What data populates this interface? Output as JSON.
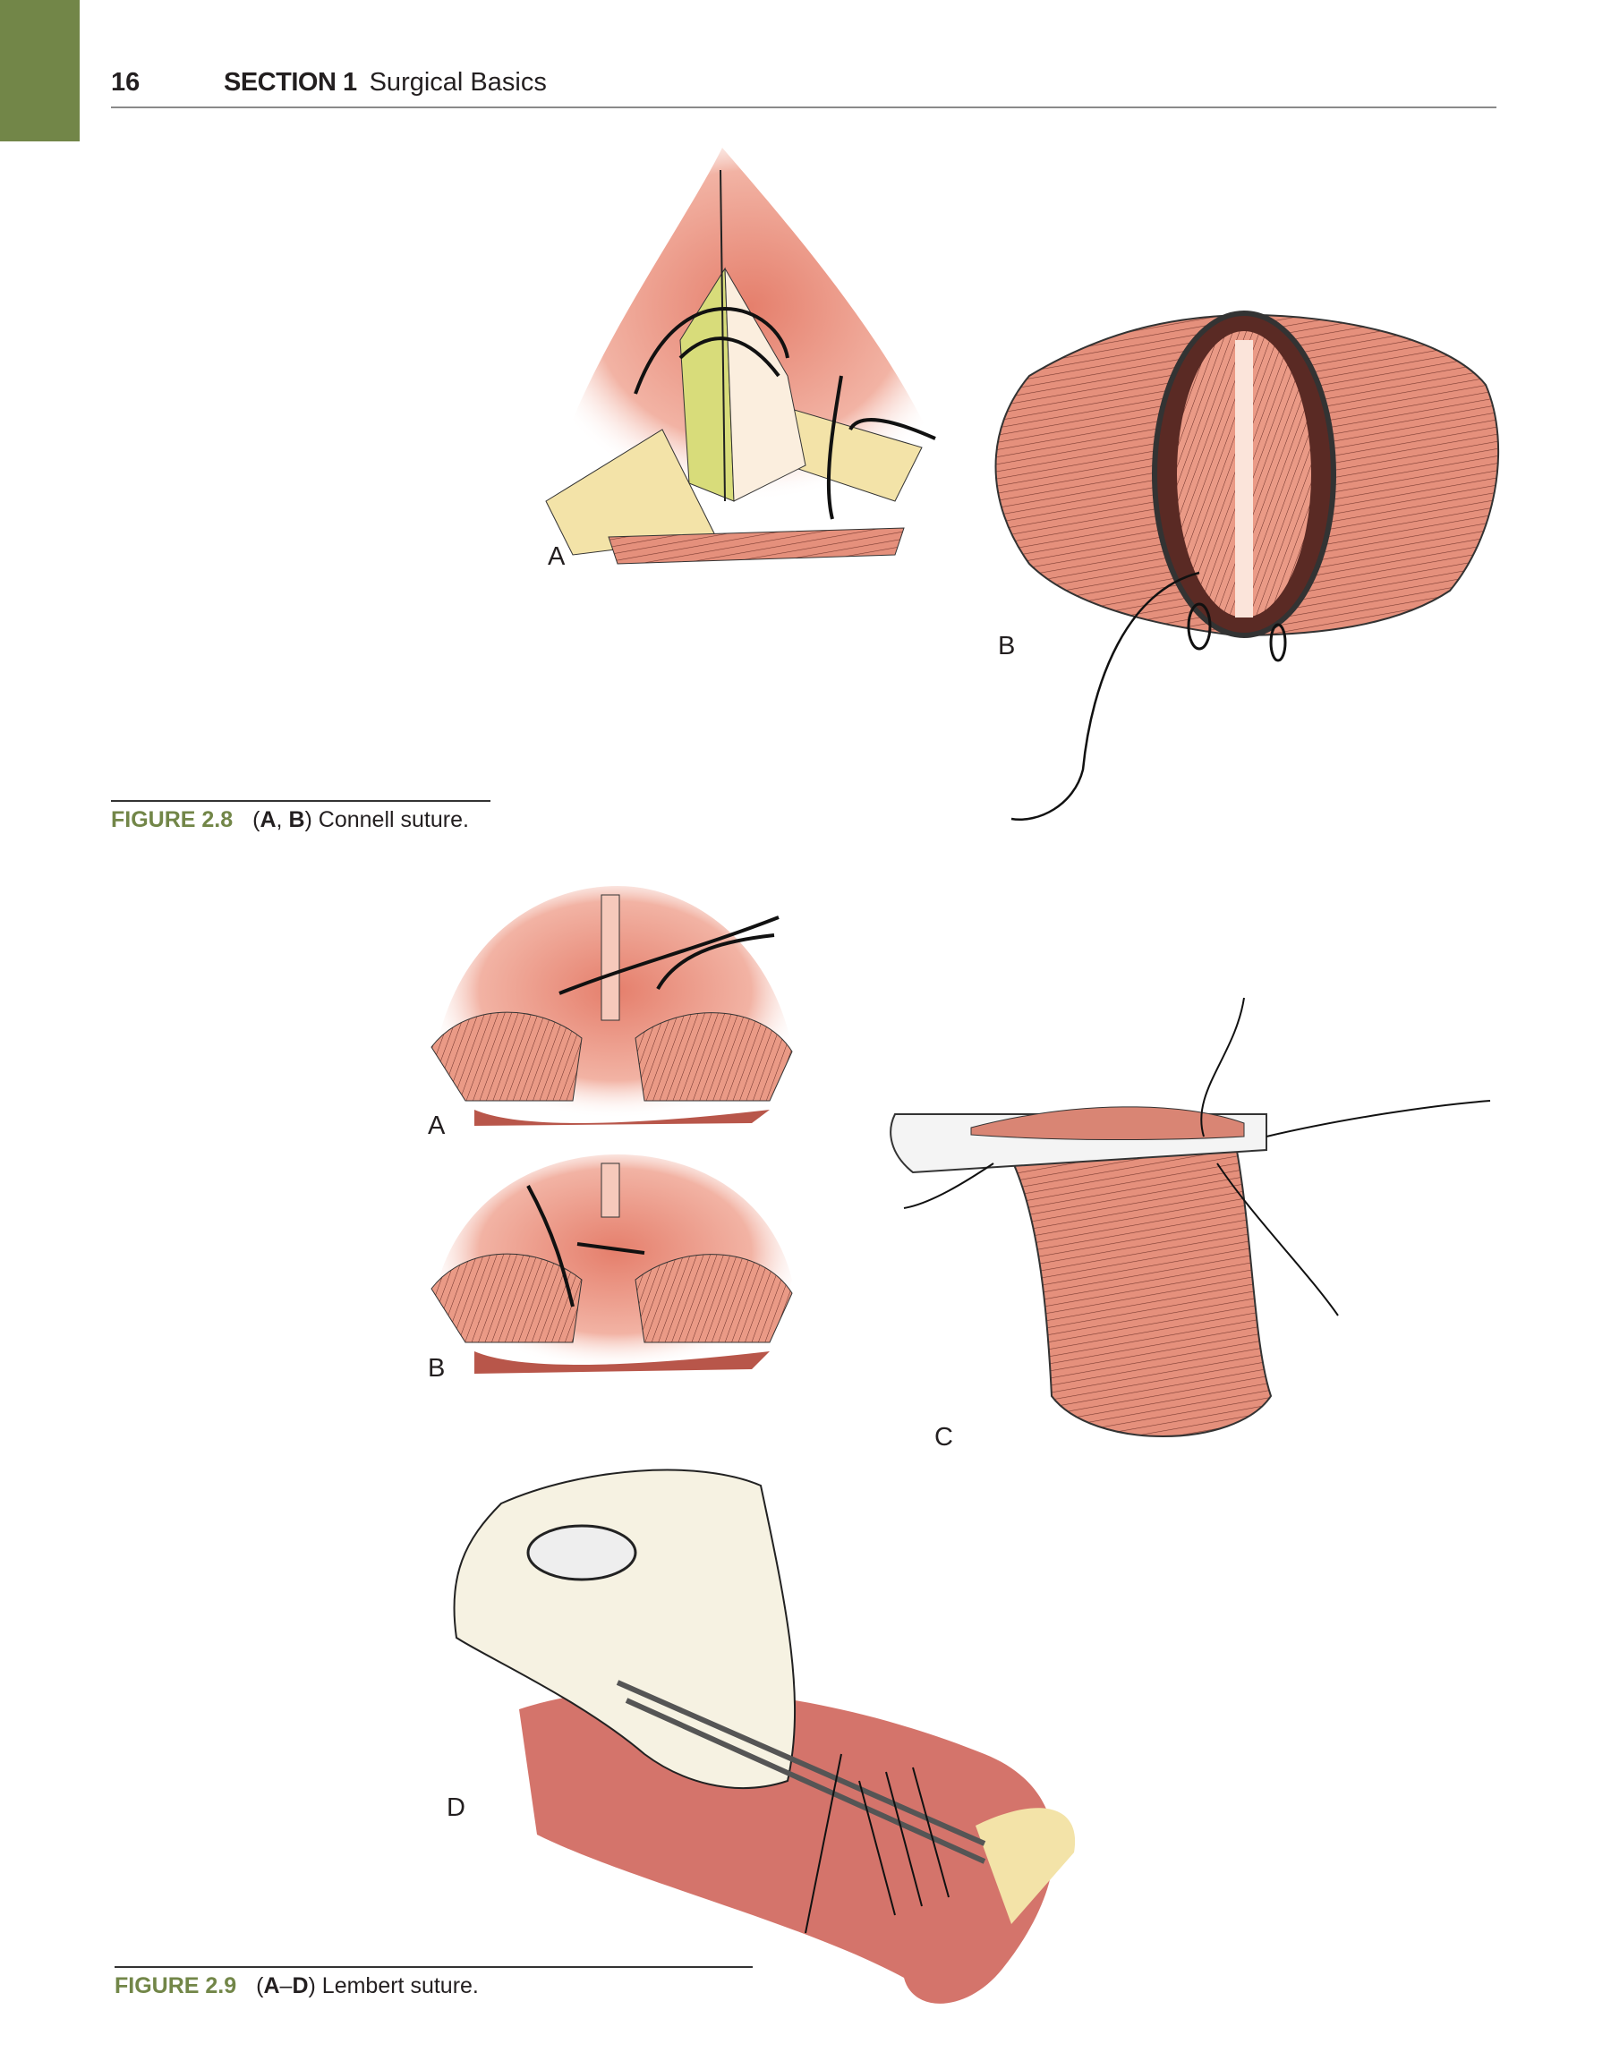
{
  "header": {
    "page_number": "16",
    "section": "SECTION 1",
    "section_title": "Surgical Basics"
  },
  "figures": [
    {
      "number": "FIGURE 2.8",
      "caption_open": "(",
      "caption_bold_1": "A",
      "caption_sep": ", ",
      "caption_bold_2": "B",
      "caption_close": ") Connell suture.",
      "panels": [
        "A",
        "B"
      ]
    },
    {
      "number": "FIGURE 2.9",
      "caption_open": "(",
      "caption_bold_1": "A",
      "caption_sep": "–",
      "caption_bold_2": "D",
      "caption_close": ") Lembert suture.",
      "panels": [
        "A",
        "B",
        "C",
        "D"
      ]
    }
  ],
  "colors": {
    "accent": "#728648",
    "tissue": "#e8907c",
    "fat": "#f3e3a8"
  }
}
